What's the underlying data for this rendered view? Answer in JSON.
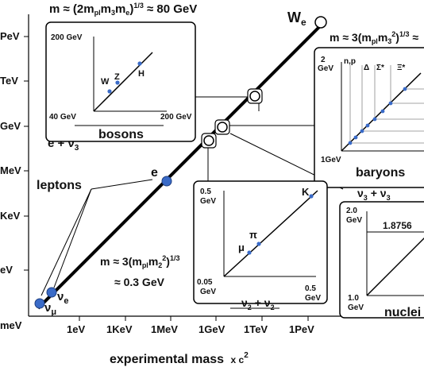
{
  "y_axis_ticks": [
    "PeV",
    "TeV",
    "GeV",
    "MeV",
    "KeV",
    "eV",
    "meV"
  ],
  "x_axis_ticks": [
    "1eV",
    "1KeV",
    "1MeV",
    "1GeV",
    "1TeV",
    "1PeV"
  ],
  "x_axis_title": "experimental mass",
  "x_axis_title_suffix": "x c",
  "x_axis_title_power": "2",
  "formula_top_left": "m ≈ (2m",
  "formula_top_left_sub": "pl",
  "formula_top_left_mid": "m",
  "formula_top_left_sub2": "3",
  "formula_top_left_mid2": "m",
  "formula_top_left_sub3": "e",
  "formula_top_left_end": ")",
  "formula_top_left_pow": "1/3",
  "formula_top_left_tail": " ≈ 80 GeV",
  "formula_right": "m ≈ 3(m",
  "formula_right_sub": "pl",
  "formula_right_mid": "m",
  "formula_right_sub2": "3",
  "formula_right_pow2": "2",
  "formula_right_end": ")",
  "formula_right_pow": "1/3",
  "formula_right_tail": " ≈",
  "formula_center": "m ≈ 3(m",
  "formula_center_sub": "pl",
  "formula_center_mid": "m",
  "formula_center_sub2": "2",
  "formula_center_pow2": "2",
  "formula_center_end": ")",
  "formula_center_pow": "1/3",
  "formula_center_line2": "≈ 0.3 GeV",
  "label_We": "W",
  "label_We_sub": "e",
  "label_leptons": "leptons",
  "label_e": "e",
  "label_nu_e": "ν",
  "label_nu_e_sub": "e",
  "label_nu_mu": "ν",
  "label_nu_mu_sub": "μ",
  "label_e_nu3": "e + ν",
  "label_e_nu3_sub": "3",
  "bosons": {
    "title": "bosons",
    "y_top": "200 GeV",
    "y_bottom": "40 GeV",
    "x_right": "200 GeV",
    "points": [
      "W",
      "Z",
      "H"
    ]
  },
  "baryons": {
    "title": "baryons",
    "y_top": "2",
    "y_top_unit": "GeV",
    "y_bottom": "1GeV",
    "columns": [
      "n,p",
      "Δ",
      "Σ*",
      "Ξ*"
    ],
    "caption": "ν",
    "caption_sub": "3",
    "caption_mid": " + ν",
    "caption_sub2": "3"
  },
  "mesons": {
    "y_top": "0.5",
    "y_top_unit": "GeV",
    "y_bottom": "0.05",
    "y_bottom_unit": "GeV",
    "x_right": "0.5",
    "x_right_unit": "GeV",
    "points": [
      "π",
      "μ",
      "K"
    ],
    "caption": "ν",
    "caption_sub": "2",
    "caption_mid": " + ν",
    "caption_sub2": "2"
  },
  "nuclei": {
    "title": "nuclei",
    "y_top": "2.0",
    "y_top_unit": "GeV",
    "y_bottom": "1.0",
    "y_bottom_unit": "GeV",
    "value": "1.8756"
  },
  "colors": {
    "line": "#000000",
    "dot": "#3a6bc8",
    "dot_edge": "#1f3f80"
  }
}
